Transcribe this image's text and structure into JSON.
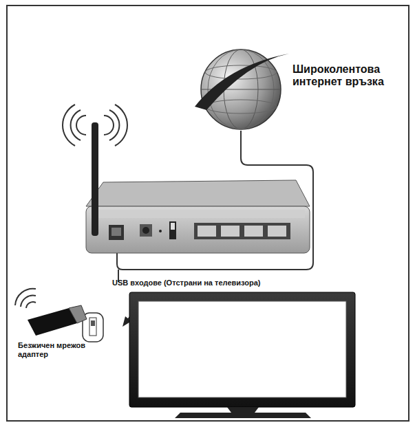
{
  "diagram": {
    "labels": [
      "Широколентова интернет връзка",
      "USB входове (Отстрани на телевизора)",
      "Безжичен мрежов адаптер"
    ]
  }
}
